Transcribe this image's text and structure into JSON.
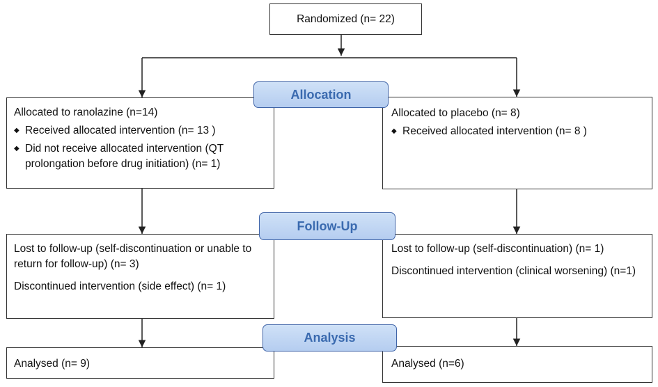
{
  "randomized": "Randomized (n= 22)",
  "stages": {
    "allocation": "Allocation",
    "followup": "Follow-Up",
    "analysis": "Analysis"
  },
  "left": {
    "allocated": "Allocated to ranolazine (n=14)",
    "bullets": [
      "Received allocated intervention (n= 13 )",
      "Did not receive allocated intervention (QT prolongation before drug initiation) (n= 1)"
    ],
    "lost": "Lost to follow-up (self-discontinuation or unable to return for follow-up) (n= 3)",
    "discontinued": "Discontinued intervention (side effect) (n= 1)",
    "analysed": "Analysed (n= 9)"
  },
  "right": {
    "allocated": "Allocated to placebo (n= 8)",
    "bullets": [
      "Received allocated intervention (n= 8 )"
    ],
    "lost": "Lost to follow-up (self-discontinuation) (n= 1)",
    "discontinued": "Discontinued intervention (clinical worsening) (n=1)",
    "analysed": "Analysed (n=6)"
  },
  "colors": {
    "stage_fill": "#c2d7f4",
    "stage_border": "#3f64a8",
    "stage_text": "#3a6aaf"
  }
}
